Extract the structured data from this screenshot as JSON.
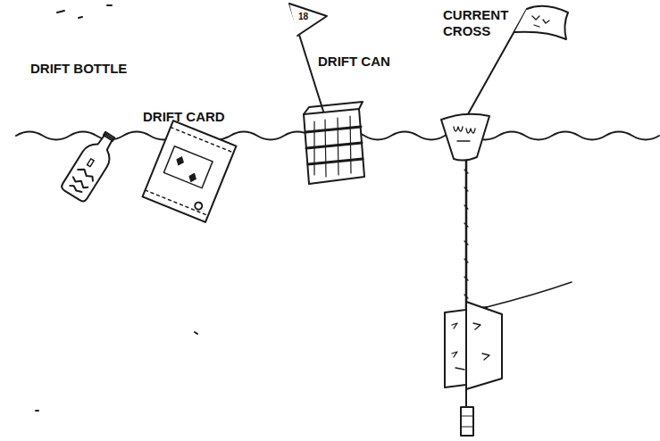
{
  "diagram": {
    "labels": [
      "DRIFT BOTTLE",
      "DRIFT CARD",
      "18",
      "DRIFT CAN",
      "CURRENT CROSS"
    ]
  }
}
